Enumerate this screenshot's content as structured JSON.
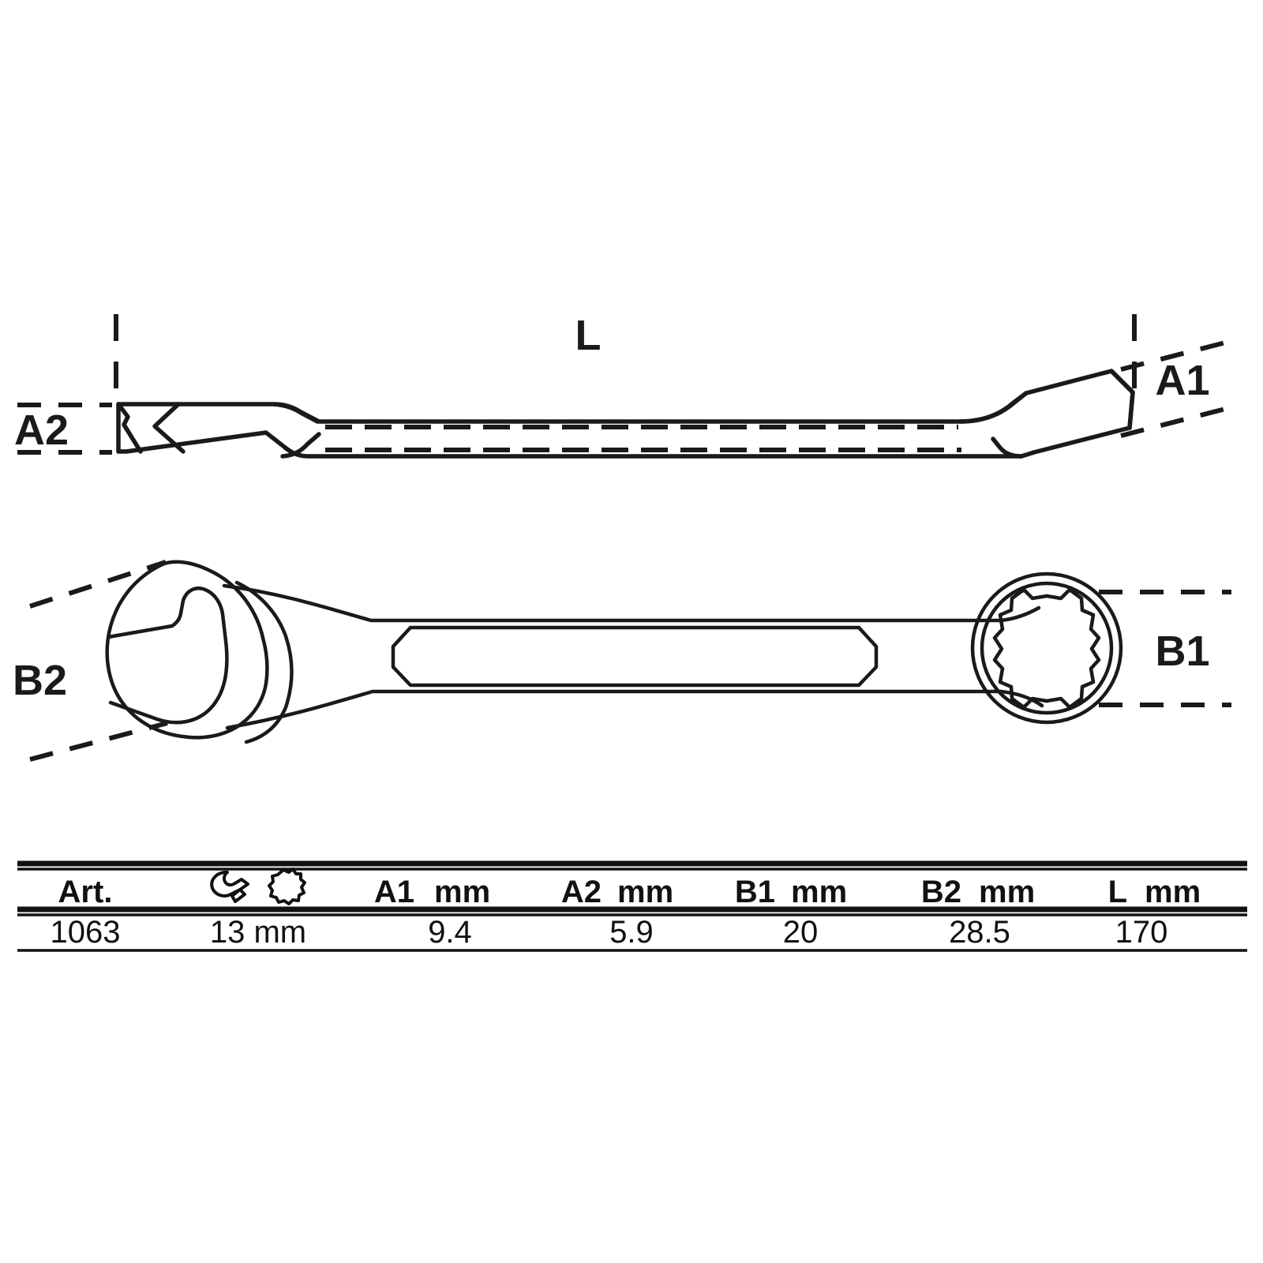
{
  "document": {
    "type": "technical-drawing",
    "subject": "combination-wrench",
    "background_color": "#ffffff",
    "line_color": "#1a1a1a"
  },
  "dimension_labels": {
    "length": "L",
    "a1": "A1",
    "a2": "A2",
    "b1": "B1",
    "b2": "B2"
  },
  "views": {
    "side_view": {
      "name": "side-elevation",
      "labels": [
        "L",
        "A1",
        "A2"
      ]
    },
    "plan_view": {
      "name": "plan-view",
      "labels": [
        "B1",
        "B2"
      ]
    }
  },
  "table": {
    "headers": [
      {
        "key": "art",
        "label": "Art.",
        "unit": ""
      },
      {
        "key": "size",
        "label": "",
        "unit": "",
        "icons": [
          "open-end-wrench-icon",
          "ring-spanner-icon"
        ]
      },
      {
        "key": "a1",
        "label": "A1",
        "unit": "mm"
      },
      {
        "key": "a2",
        "label": "A2",
        "unit": "mm"
      },
      {
        "key": "b1",
        "label": "B1",
        "unit": "mm"
      },
      {
        "key": "b2",
        "label": "B2",
        "unit": "mm"
      },
      {
        "key": "l",
        "label": "L",
        "unit": "mm"
      }
    ],
    "rows": [
      {
        "art": "1063",
        "size": "13 mm",
        "a1": "9.4",
        "a2": "5.9",
        "b1": "20",
        "b2": "28.5",
        "l": "170"
      }
    ]
  },
  "chart_data": {
    "type": "table",
    "title": "",
    "columns": [
      "Art.",
      "size",
      "A1 mm",
      "A2 mm",
      "B1 mm",
      "B2 mm",
      "L mm"
    ],
    "rows": [
      [
        "1063",
        "13 mm",
        "9.4",
        "5.9",
        "20",
        "28.5",
        "170"
      ]
    ]
  }
}
